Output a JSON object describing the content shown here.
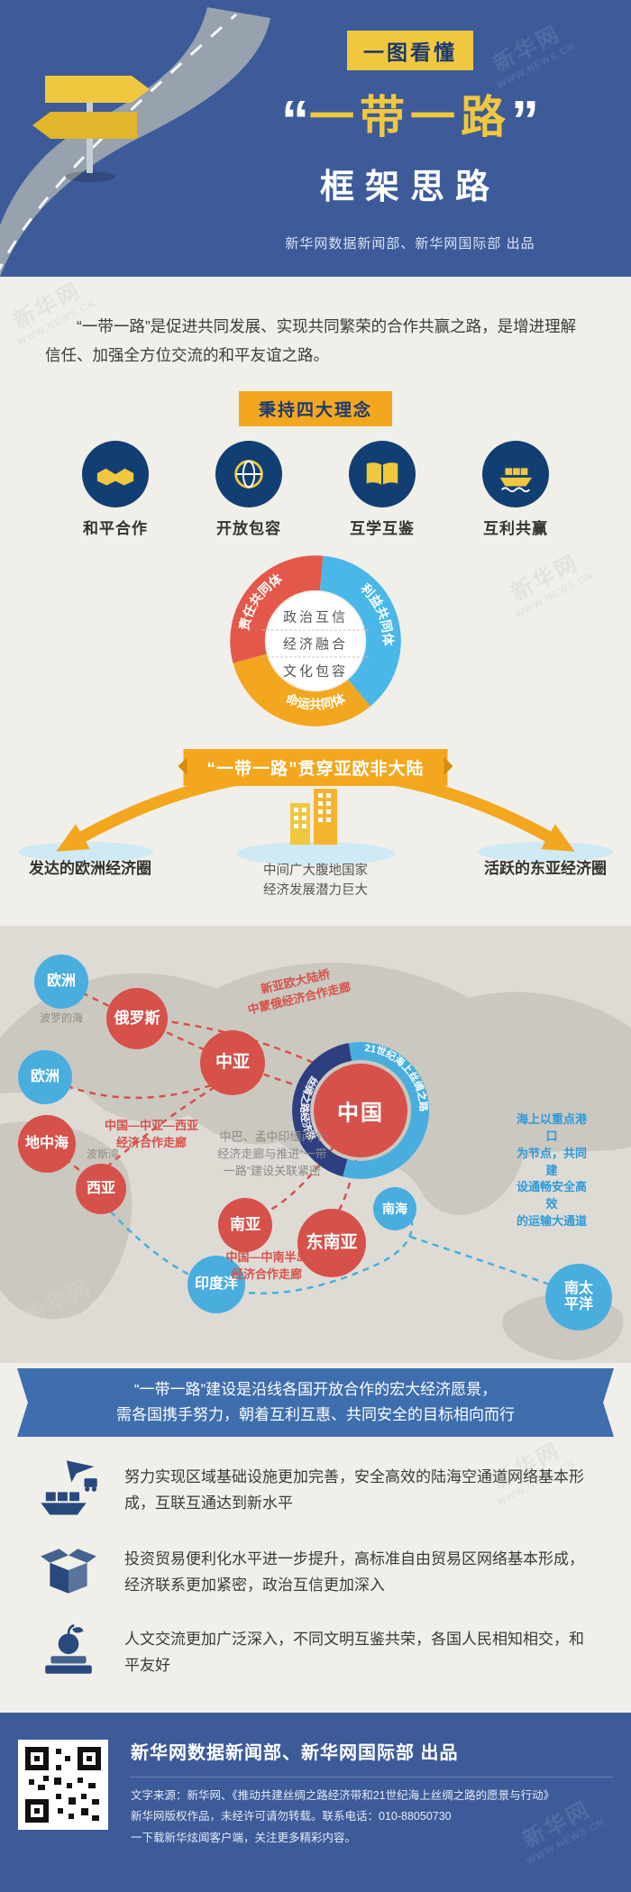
{
  "colors": {
    "primary_blue": "#3d5b99",
    "yellow": "#f0c83f",
    "orange": "#f2a71f",
    "red_node": "#d6514a",
    "blue_node": "#49aede"
  },
  "watermark": {
    "line1": "新华网",
    "line2": "WWW.NEWS.CN"
  },
  "header": {
    "badge": "一图看懂",
    "quote_open": "“",
    "title": "一带一路",
    "quote_close": "”",
    "subtitle": "框架思路",
    "credit": "新华网数据新闻部、新华网国际部  出品"
  },
  "intro": {
    "text": "“一带一路”是促进共同发展、实现共同繁荣的合作共赢之路，是增进理解信任、加强全方位交流的和平友谊之路。"
  },
  "concepts": {
    "badge": "秉持四大理念",
    "items": [
      {
        "label": "和平合作"
      },
      {
        "label": "开放包容"
      },
      {
        "label": "互学互鉴"
      },
      {
        "label": "互利共赢"
      }
    ]
  },
  "community_ring": {
    "segment_right": "利益共同体",
    "segment_left": "责任共同体",
    "segment_bottom": "命运共同体",
    "center_lines": [
      "政治互信",
      "经济融合",
      "文化包容"
    ]
  },
  "corridor": {
    "banner": "“一带一路”贯穿亚欧非大陆",
    "left_label": "发达的欧洲经济圈",
    "right_label": "活跃的东亚经济圈",
    "center_label": "中间广大腹地国家\n经济发展潜力巨大"
  },
  "map": {
    "nodes": [
      {
        "label": "欧洲"
      },
      {
        "label": "俄罗斯"
      },
      {
        "label": "欧洲"
      },
      {
        "label": "中亚"
      },
      {
        "label": "地中海"
      },
      {
        "label": "西亚"
      },
      {
        "label": "南亚"
      },
      {
        "label": "东南亚"
      },
      {
        "label": "南海"
      },
      {
        "label": "印度洋"
      },
      {
        "label": "南太平洋"
      }
    ],
    "sea_labels": {
      "baltic": "波罗的海",
      "persian_gulf": "波斯湾"
    },
    "china": {
      "label": "中国",
      "belt_label": "丝绸之路经济带",
      "road_label": "21世纪海上丝绸之路"
    },
    "annotations": {
      "new_bridge": "新亚欧大陆桥\n中蒙俄经济合作走廊",
      "central_asia": "中国—中亚—西亚\n经济合作走廊",
      "two_corridors": "中巴、孟中印缅两个\n经济走廊与推进“一带\n一路”建设关联紧密",
      "peninsula": "中国—中南半岛\n经济合作走廊",
      "sea_route": "海上以重点港口\n为节点，共同建\n设通畅安全高效\n的运输大通道"
    }
  },
  "vision_banner": {
    "text": "“一带一路”建设是沿线各国开放合作的宏大经济愿景，\n需各国携手努力，朝着互利互惠、共同安全的目标相向而行"
  },
  "goals": [
    {
      "text": "努力实现区域基础设施更加完善，安全高效的陆海空通道网络基本形成，互联互通达到新水平"
    },
    {
      "text": "投资贸易便利化水平进一步提升，高标准自由贸易区网络基本形成，经济联系更加紧密，政治互信更加深入"
    },
    {
      "text": "人文交流更加广泛深入，不同文明互鉴共荣，各国人民相知相交，和平友好"
    }
  ],
  "footer": {
    "credit": "新华网数据新闻部、新华网国际部  出品",
    "source": "文字来源：新华网、《推动共建丝绸之路经济带和21世纪海上丝绸之路的愿景与行动》",
    "copyright": "新华网版权作品，未经许可请勿转载。联系电话：010-88050730",
    "app": "一下载新华炫闻客户端，关注更多精彩内容。"
  }
}
